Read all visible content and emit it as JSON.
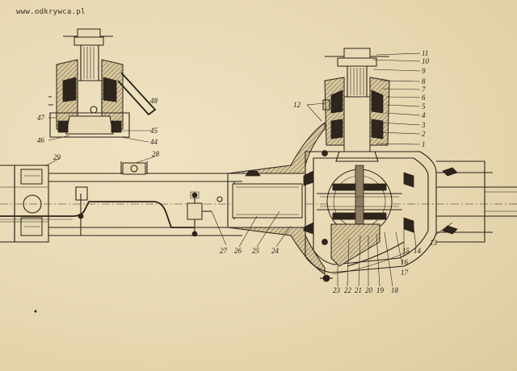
{
  "watermark": "www.odkrywca.pl",
  "callouts": [
    {
      "id": "1",
      "text": "1"
    },
    {
      "id": "2",
      "text": "2"
    },
    {
      "id": "3",
      "text": "3"
    },
    {
      "id": "4",
      "text": "4"
    },
    {
      "id": "5",
      "text": "5"
    },
    {
      "id": "6",
      "text": "6"
    },
    {
      "id": "7",
      "text": "7"
    },
    {
      "id": "8",
      "text": "8"
    },
    {
      "id": "9",
      "text": "9"
    },
    {
      "id": "10",
      "text": "10"
    },
    {
      "id": "11",
      "text": "11"
    },
    {
      "id": "12",
      "text": "12"
    },
    {
      "id": "13",
      "text": "13"
    },
    {
      "id": "14",
      "text": "14"
    },
    {
      "id": "15",
      "text": "15"
    },
    {
      "id": "16",
      "text": "16"
    },
    {
      "id": "17",
      "text": "17"
    },
    {
      "id": "18",
      "text": "18"
    },
    {
      "id": "19",
      "text": "19"
    },
    {
      "id": "20",
      "text": "20"
    },
    {
      "id": "21",
      "text": "21"
    },
    {
      "id": "22",
      "text": "22"
    },
    {
      "id": "23",
      "text": "23"
    },
    {
      "id": "24",
      "text": "24"
    },
    {
      "id": "25",
      "text": "25"
    },
    {
      "id": "26",
      "text": "26"
    },
    {
      "id": "27",
      "text": "27"
    },
    {
      "id": "28",
      "text": "28"
    },
    {
      "id": "29",
      "text": "29"
    },
    {
      "id": "44",
      "text": "44"
    },
    {
      "id": "45",
      "text": "45"
    },
    {
      "id": "46",
      "text": "46"
    },
    {
      "id": "47",
      "text": "47"
    },
    {
      "id": "48",
      "text": "48"
    }
  ],
  "colors": {
    "paper": "#e9dcb8",
    "ink": "#2a211a"
  }
}
